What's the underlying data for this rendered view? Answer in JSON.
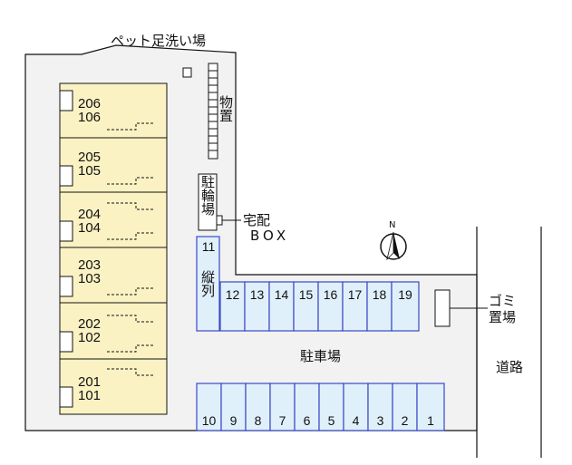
{
  "labels": {
    "pet_wash": "ペット足洗い場",
    "storage": "物置",
    "bike_parking": "駐輪場",
    "delivery_box_line1": "宅配",
    "delivery_box_line2": "BOX",
    "vertical_parking": "縦列",
    "parking_lot": "駐車場",
    "trash_line1": "ゴミ",
    "trash_line2": "置場",
    "road": "道路",
    "north": "N"
  },
  "units": [
    {
      "upper": "206",
      "lower": "106"
    },
    {
      "upper": "205",
      "lower": "105"
    },
    {
      "upper": "204",
      "lower": "104"
    },
    {
      "upper": "203",
      "lower": "103"
    },
    {
      "upper": "202",
      "lower": "102"
    },
    {
      "upper": "201",
      "lower": "101"
    }
  ],
  "parking_top": [
    "12",
    "13",
    "14",
    "15",
    "16",
    "17",
    "18",
    "19"
  ],
  "parking_bottom": [
    "10",
    "9",
    "8",
    "7",
    "6",
    "5",
    "4",
    "3",
    "2",
    "1"
  ],
  "parking_vertical_number": "11",
  "colors": {
    "building_fill": "#fbf2c4",
    "parking_fill": "#dff0fb",
    "parking_stroke": "#3b48c4",
    "lot_fill": "#f2f2f2"
  }
}
